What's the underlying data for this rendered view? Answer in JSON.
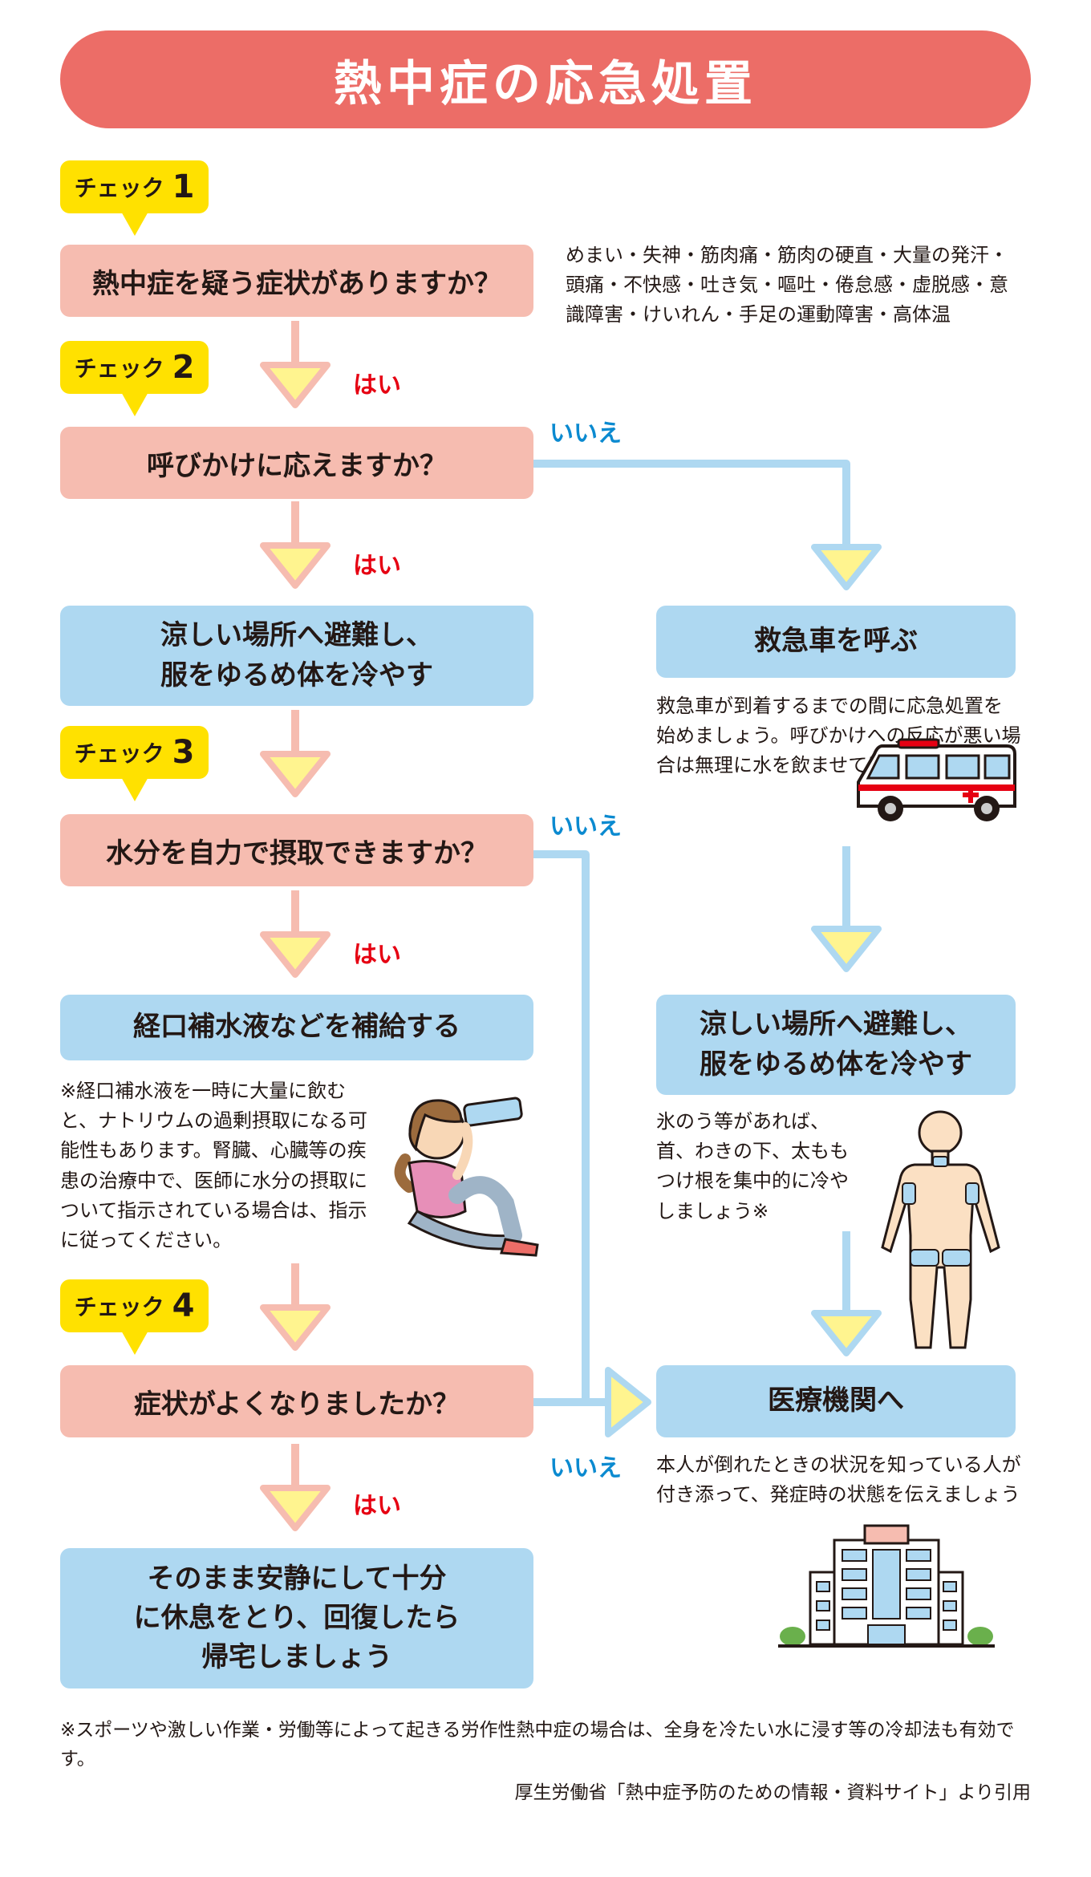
{
  "title": "熱中症の応急処置",
  "checks": [
    {
      "label": "チェック",
      "num": "1"
    },
    {
      "label": "チェック",
      "num": "2"
    },
    {
      "label": "チェック",
      "num": "3"
    },
    {
      "label": "チェック",
      "num": "4"
    }
  ],
  "questions": [
    "熱中症を疑う症状がありますか？",
    "呼びかけに応えますか？",
    "水分を自力で摂取できますか？",
    "症状がよくなりましたか？"
  ],
  "symptoms_note": "めまい・失神・筋肉痛・筋肉の硬直・大量の発汗・頭痛・不快感・吐き気・嘔吐・倦怠感・虚脱感・意識障害・けいれん・手足の運動障害・高体温",
  "yes_label": "はい",
  "no_label": "いいえ",
  "left_actions": {
    "cool_down": [
      "涼しい場所へ避難し、",
      "服をゆるめ体を冷やす"
    ],
    "rehydrate": "経口補水液などを補給する",
    "rest": [
      "そのまま安静にして十分",
      "に休息をとり、回復したら",
      "帰宅しましょう"
    ]
  },
  "rehydrate_note": "※経口補水液を一時に大量に飲むと、ナトリウムの過剰摂取になる可能性もあります。腎臓、心臓等の疾患の治療中で、医師に水分の摂取について指示されている場合は、指示に従ってください。",
  "right_actions": {
    "ambulance": "救急車を呼ぶ",
    "cool_down": [
      "涼しい場所へ避難し、",
      "服をゆるめ体を冷やす"
    ],
    "hospital": "医療機関へ"
  },
  "ambulance_note": "救急車が到着するまでの間に応急処置を始めましょう。呼びかけへの反応が悪い場合は無理に水を飲ませてはいけません",
  "cooling_note": "氷のう等があれば、首、わきの下、太ももつけ根を集中的に冷やしましょう※",
  "hospital_note": "本人が倒れたときの状況を知っている人が付き添って、発症時の状態を伝えましょう",
  "footnote": "※スポーツや激しい作業・労働等によって起きる労作性熱中症の場合は、全身を冷たい水に浸す等の冷却法も有効です。",
  "source": "厚生労働省「熱中症予防のための情報・資料サイト」より引用",
  "colors": {
    "title_bg": "#ec6d67",
    "question_bg": "#f6bcb0",
    "action_bg": "#aed8f1",
    "tag_bg": "#ffe100",
    "yes_text": "#e60012",
    "no_text": "#0b8ad0",
    "arrow_fill": "#fff48f"
  },
  "icons": {
    "ambulance": "ambulance-icon",
    "drinking_person": "drinking-person-icon",
    "body_cooling": "body-cooling-points-icon",
    "hospital": "hospital-building-icon"
  }
}
